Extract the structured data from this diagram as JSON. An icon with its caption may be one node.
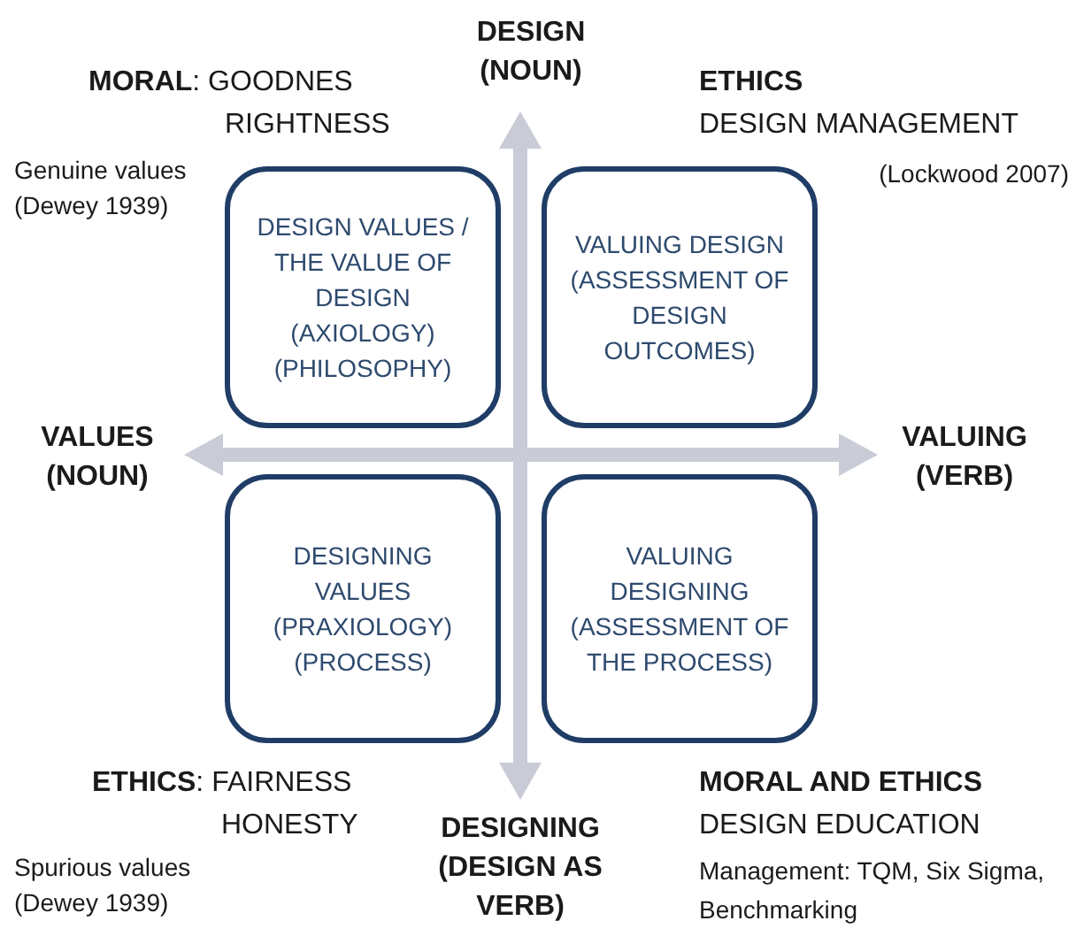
{
  "diagram": {
    "nodes": [
      {
        "text": [
          "DESIGN VALUES / THE VALUE OF DESIGN (AXIOLOGY) (PHILOSOPHY)"
        ]
      },
      {
        "text": [
          "VALUING DESIGN (ASSESSMENT OF DESIGN OUTCOMES)"
        ]
      },
      {
        "text": [
          "DESIGNING VALUES (PRAXIOLOGY) (PROCESS)"
        ]
      },
      {
        "text": [
          "VALUING DESIGNING (ASSESSMENT OF THE PROCESS)"
        ]
      }
    ],
    "labels": [
      "DESIGN (NOUN)",
      "**MORAL**: GOODNES",
      "RIGHTNESS",
      "ETHICS",
      "DESIGN MANAGEMENT",
      "Genuine values (Dewey 1939)",
      "(Lockwood 2007)",
      "VALUES (NOUN)",
      "VALUING (VERB)",
      "**ETHICS**: FAIRNESS",
      "HONESTY",
      "MORAL AND ETHICS",
      "DESIGN EDUCATION",
      "DESIGNING (DESIGN AS VERB)",
      "Spurious values (Dewey 1939)",
      "Management: TQM, Six Sigma, Benchmarking"
    ]
  }
}
